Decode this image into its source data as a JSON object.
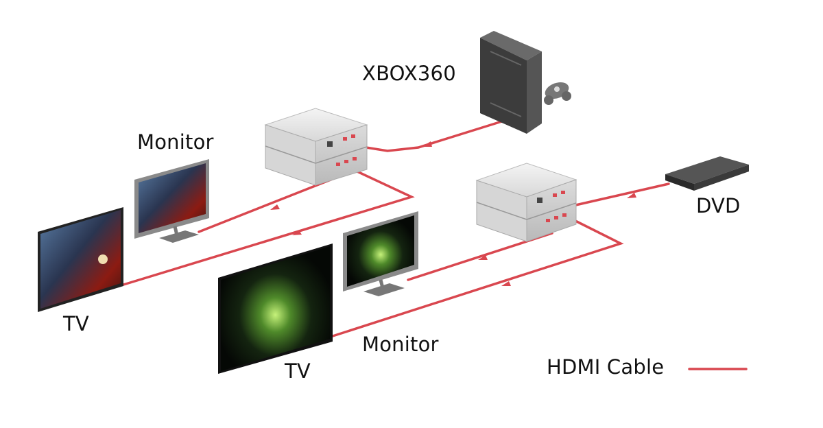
{
  "labels": {
    "xbox": "XBOX360",
    "monitor_top": "Monitor",
    "monitor_bottom": "Monitor",
    "tv_left": "TV",
    "tv_bottom": "TV",
    "dvd": "DVD",
    "legend": "HDMI Cable"
  },
  "colors": {
    "cable": "#d9474f",
    "background": "#ffffff"
  },
  "icons": {
    "splitter_top": "hdmi-splitter-icon",
    "splitter_right": "hdmi-splitter-icon",
    "xbox": "game-console-icon",
    "controller": "gamepad-icon",
    "dvd": "dvd-player-icon"
  }
}
